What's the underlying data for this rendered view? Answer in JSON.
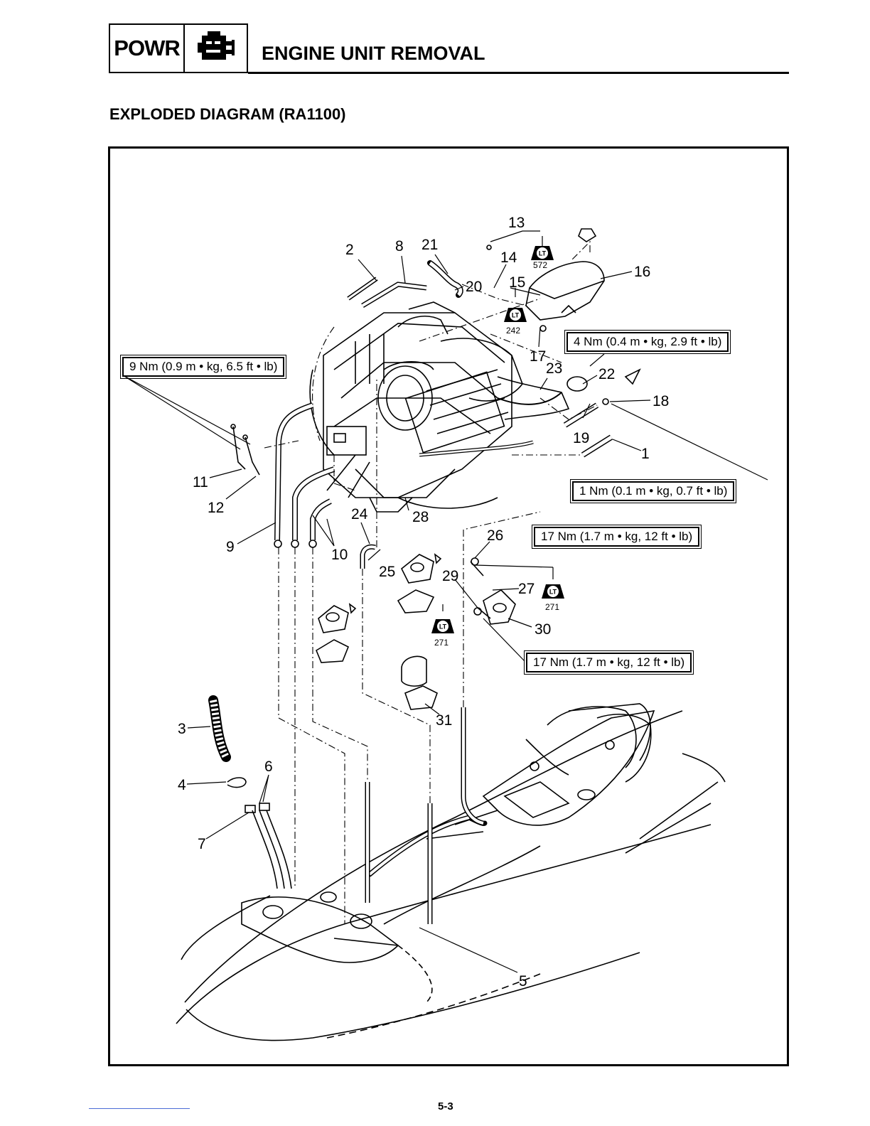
{
  "header": {
    "section_code": "POWR",
    "section_icon": "engine-icon",
    "title": "ENGINE UNIT REMOVAL"
  },
  "subtitle": "EXPLODED DIAGRAM (RA1100)",
  "callouts": [
    "1",
    "2",
    "3",
    "4",
    "5",
    "6",
    "7",
    "8",
    "9",
    "10",
    "11",
    "12",
    "13",
    "14",
    "15",
    "16",
    "17",
    "18",
    "19",
    "20",
    "21",
    "22",
    "23",
    "24",
    "25",
    "26",
    "27",
    "28",
    "29",
    "30",
    "31"
  ],
  "torque_specs": {
    "t9": "9 Nm (0.9 m • kg, 6.5 ft • lb)",
    "t4": "4 Nm (0.4 m • kg, 2.9 ft • lb)",
    "t1": "1 Nm (0.1 m • kg, 0.7 ft • lb)",
    "t17a": "17 Nm (1.7 m • kg, 12 ft • lb)",
    "t17b": "17 Nm (1.7 m • kg, 12 ft • lb)"
  },
  "loctite": {
    "symbol": "LT",
    "codes": [
      "572",
      "242",
      "271",
      "271"
    ]
  },
  "page_number": "5-3"
}
